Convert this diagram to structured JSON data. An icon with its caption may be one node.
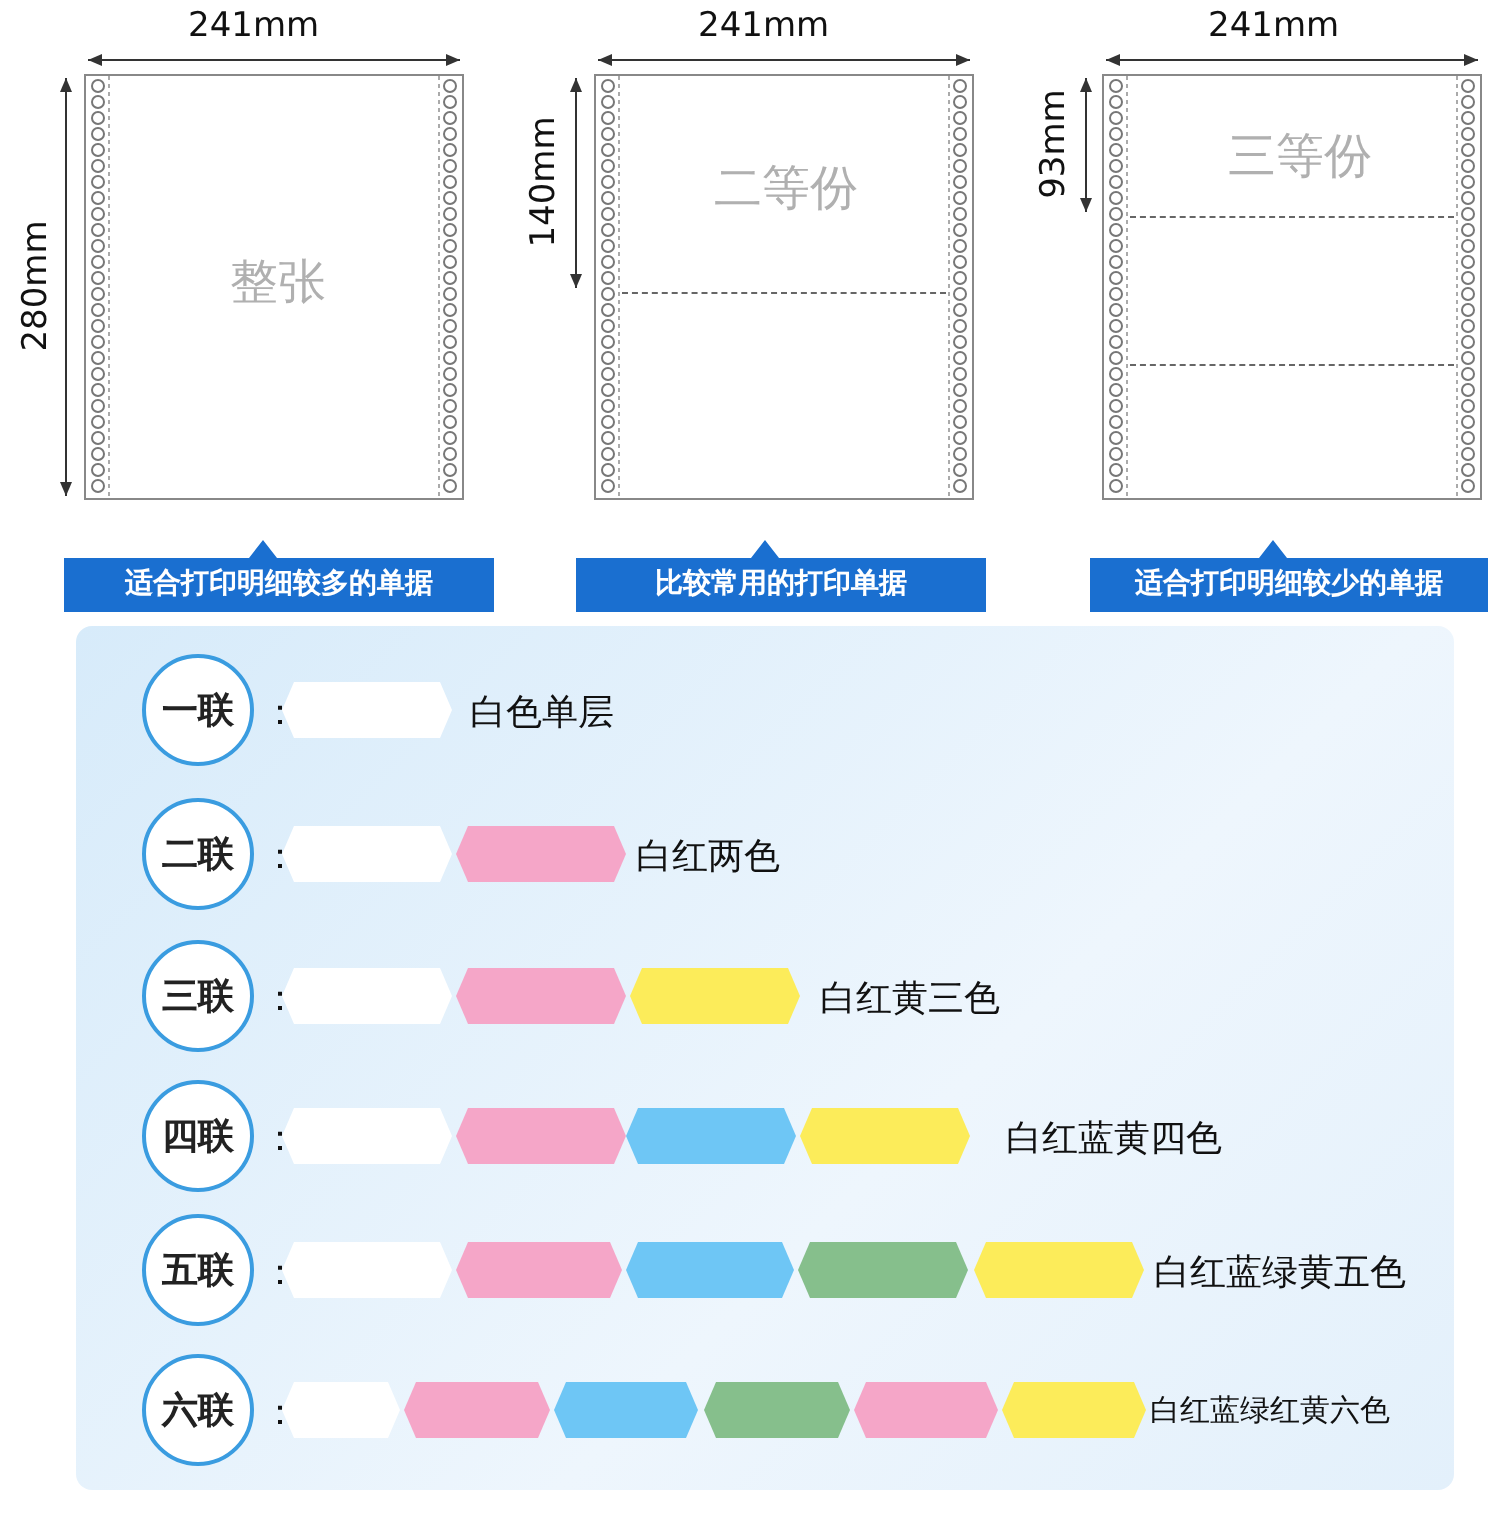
{
  "diagram": {
    "nodes": [
      {
        "text": [
          "整张"
        ]
      },
      {
        "text": [
          "二等份"
        ]
      },
      {
        "text": [
          "三等份"
        ]
      },
      {
        "text": [
          "适合打印明细较多的单据"
        ]
      },
      {
        "text": [
          "比较常用的打印单据"
        ]
      },
      {
        "text": [
          "适合打印明细较少的单据"
        ]
      },
      {
        "text": [
          "一联"
        ]
      },
      {
        "text": [],
        "shape": "bar"
      },
      {
        "text": [
          "二联"
        ]
      },
      {
        "text": [],
        "shape": "bar"
      },
      {
        "text": [],
        "shape": "bar"
      },
      {
        "text": [
          "三联"
        ]
      },
      {
        "text": [],
        "shape": "bar"
      },
      {
        "text": [],
        "shape": "bar"
      },
      {
        "text": [],
        "shape": "bar"
      },
      {
        "text": [
          "四联"
        ]
      },
      {
        "text": [],
        "shape": "bar"
      },
      {
        "text": [],
        "shape": "bar"
      },
      {
        "text": [],
        "shape": "bar"
      },
      {
        "text": [],
        "shape": "bar"
      },
      {
        "text": [
          "五联"
        ]
      },
      {
        "text": [],
        "shape": "bar"
      },
      {
        "text": [],
        "shape": "bar"
      },
      {
        "text": [],
        "shape": "bar"
      },
      {
        "text": [],
        "shape": "bar"
      },
      {
        "text": [],
        "shape": "bar"
      },
      {
        "text": [
          "六联"
        ]
      },
      {
        "text": [],
        "shape": "bar"
      },
      {
        "text": [],
        "shape": "bar"
      },
      {
        "text": [],
        "shape": "bar"
      },
      {
        "text": [],
        "shape": "bar"
      },
      {
        "text": [],
        "shape": "bar"
      },
      {
        "text": [],
        "shape": "bar"
      }
    ],
    "edges": [],
    "labels": [
      "241mm",
      "241mm",
      "241mm",
      "280mm",
      "140mm",
      "93mm",
      "：",
      "白色单层",
      "：",
      "白红两色",
      "：",
      "白红黄三色",
      "：",
      "白红蓝黄四色",
      "：",
      "白红蓝绿黄五色",
      "：",
      "白红蓝绿红黄六色"
    ]
  }
}
